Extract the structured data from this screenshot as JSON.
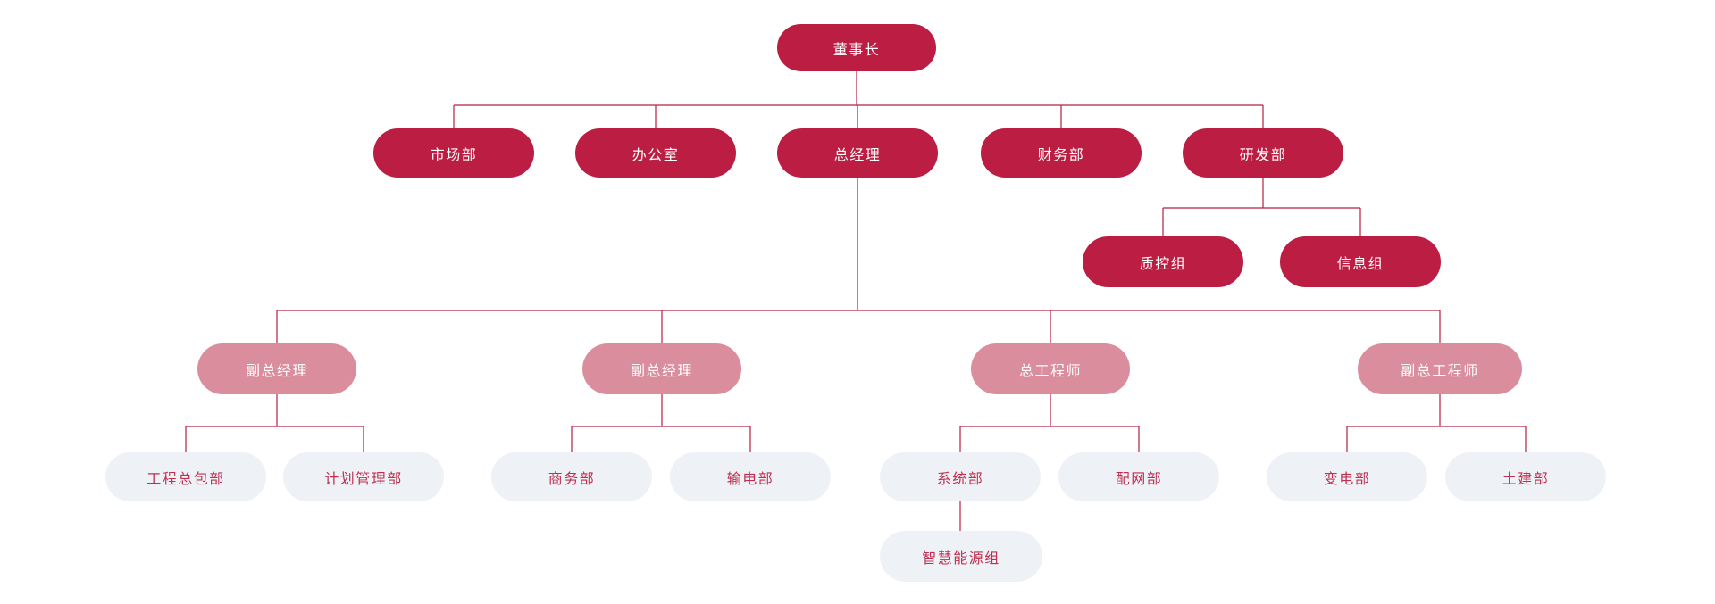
{
  "colors": {
    "primary": "#bb1e42",
    "secondary": "#da8e9d",
    "leaf_bg": "#eef2f6",
    "leaf_text": "#bf3050",
    "line": "#b82040"
  },
  "org": {
    "type": "org-chart",
    "nodes": [
      {
        "id": "chairman",
        "label": "董事长",
        "tier": "primary",
        "parent": null
      },
      {
        "id": "marketing-dept",
        "label": "市场部",
        "tier": "primary",
        "parent": "chairman"
      },
      {
        "id": "office",
        "label": "办公室",
        "tier": "primary",
        "parent": "chairman"
      },
      {
        "id": "general-manager",
        "label": "总经理",
        "tier": "primary",
        "parent": "chairman"
      },
      {
        "id": "finance-dept",
        "label": "财务部",
        "tier": "primary",
        "parent": "chairman"
      },
      {
        "id": "rnd-dept",
        "label": "研发部",
        "tier": "primary",
        "parent": "chairman"
      },
      {
        "id": "quality-control-group",
        "label": "质控组",
        "tier": "primary",
        "parent": "rnd-dept"
      },
      {
        "id": "information-group",
        "label": "信息组",
        "tier": "primary",
        "parent": "rnd-dept"
      },
      {
        "id": "deputy-gm-1",
        "label": "副总经理",
        "tier": "secondary",
        "parent": "general-manager"
      },
      {
        "id": "deputy-gm-2",
        "label": "副总经理",
        "tier": "secondary",
        "parent": "general-manager"
      },
      {
        "id": "chief-engineer",
        "label": "总工程师",
        "tier": "secondary",
        "parent": "general-manager"
      },
      {
        "id": "deputy-chief-engineer",
        "label": "副总工程师",
        "tier": "secondary",
        "parent": "general-manager"
      },
      {
        "id": "epc-dept",
        "label": "工程总包部",
        "tier": "leaf",
        "parent": "deputy-gm-1"
      },
      {
        "id": "planning-dept",
        "label": "计划管理部",
        "tier": "leaf",
        "parent": "deputy-gm-1"
      },
      {
        "id": "commerce-dept",
        "label": "商务部",
        "tier": "leaf",
        "parent": "deputy-gm-2"
      },
      {
        "id": "transmission-dept",
        "label": "输电部",
        "tier": "leaf",
        "parent": "deputy-gm-2"
      },
      {
        "id": "system-dept",
        "label": "系统部",
        "tier": "leaf",
        "parent": "chief-engineer"
      },
      {
        "id": "distribution-dept",
        "label": "配网部",
        "tier": "leaf",
        "parent": "chief-engineer"
      },
      {
        "id": "substation-dept",
        "label": "变电部",
        "tier": "leaf",
        "parent": "deputy-chief-engineer"
      },
      {
        "id": "civil-dept",
        "label": "土建部",
        "tier": "leaf",
        "parent": "deputy-chief-engineer"
      },
      {
        "id": "smart-energy-group",
        "label": "智慧能源组",
        "tier": "leaf",
        "parent": "system-dept"
      }
    ]
  }
}
